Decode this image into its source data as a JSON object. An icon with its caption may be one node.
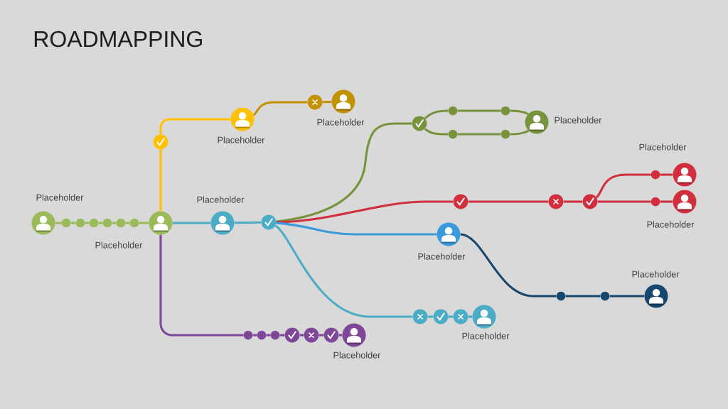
{
  "diagram": {
    "title": "ROADMAPPING",
    "nodes": [
      {
        "text": [
          "Placeholder"
        ]
      },
      {
        "text": [],
        "shape": "circle"
      },
      {
        "text": [],
        "shape": "circle"
      },
      {
        "text": [],
        "shape": "circle"
      },
      {
        "text": [],
        "shape": "circle"
      },
      {
        "text": [],
        "shape": "circle"
      },
      {
        "text": [],
        "shape": "circle"
      },
      {
        "text": [
          "Placeholder"
        ]
      },
      {
        "text": [],
        "shape": "circle"
      },
      {
        "text": [
          "Placeholder"
        ]
      },
      {
        "text": [],
        "shape": "circle"
      },
      {
        "text": [
          "Placeholder"
        ]
      },
      {
        "text": [
          "Placeholder"
        ]
      },
      {
        "text": [],
        "shape": "circle"
      },
      {
        "text": [],
        "shape": "circle"
      },
      {
        "text": [],
        "shape": "circle"
      },
      {
        "text": [],
        "shape": "circle"
      },
      {
        "text": [],
        "shape": "circle"
      },
      {
        "text": [],
        "shape": "circle"
      },
      {
        "text": [
          "Placeholder"
        ]
      },
      {
        "text": [],
        "shape": "circle"
      },
      {
        "text": [],
        "shape": "circle"
      },
      {
        "text": [],
        "shape": "circle"
      },
      {
        "text": [],
        "shape": "circle"
      },
      {
        "text": [
          "Placeholder"
        ]
      },
      {
        "text": [],
        "shape": "circle"
      },
      {
        "text": [
          "Placeholder"
        ]
      },
      {
        "text": [
          "Placeholder"
        ]
      },
      {
        "text": [],
        "shape": "circle"
      },
      {
        "text": [],
        "shape": "circle"
      },
      {
        "text": [
          "Placeholder"
        ]
      },
      {
        "text": [],
        "shape": "circle"
      },
      {
        "text": [],
        "shape": "circle"
      },
      {
        "text": [],
        "shape": "circle"
      },
      {
        "text": [
          "Placeholder"
        ]
      },
      {
        "text": [],
        "shape": "circle"
      },
      {
        "text": [],
        "shape": "circle"
      },
      {
        "text": [],
        "shape": "circle"
      },
      {
        "text": [],
        "shape": "circle"
      },
      {
        "text": [],
        "shape": "circle"
      },
      {
        "text": [],
        "shape": "circle"
      },
      {
        "text": [
          "Placeholder"
        ]
      }
    ],
    "edges": [
      {
        "from": 0,
        "to": 1,
        "arrow": "none",
        "color": "#9bbb59"
      },
      {
        "from": 1,
        "to": 2,
        "arrow": "none",
        "color": "#9bbb59"
      },
      {
        "from": 2,
        "to": 3,
        "arrow": "none",
        "color": "#9bbb59"
      },
      {
        "from": 3,
        "to": 4,
        "arrow": "none",
        "color": "#9bbb59"
      },
      {
        "from": 4,
        "to": 5,
        "arrow": "none",
        "color": "#9bbb59"
      },
      {
        "from": 5,
        "to": 6,
        "arrow": "none",
        "color": "#9bbb59"
      },
      {
        "from": 6,
        "to": 7,
        "arrow": "none",
        "color": "#9bbb59"
      },
      {
        "from": 7,
        "to": 8,
        "arrow": "none",
        "color": "#ffc000"
      },
      {
        "from": 8,
        "to": 9,
        "arrow": "none",
        "color": "#ffc000"
      },
      {
        "from": 9,
        "to": 10,
        "arrow": "none",
        "color": "#c29200"
      },
      {
        "from": 10,
        "to": 11,
        "arrow": "none",
        "color": "#c29200"
      },
      {
        "from": 7,
        "to": 12,
        "arrow": "none",
        "color": "#4bacc6"
      },
      {
        "from": 12,
        "to": 13,
        "arrow": "none",
        "color": "#4bacc6"
      },
      {
        "from": 13,
        "to": 14,
        "arrow": "none",
        "color": "#77933c"
      },
      {
        "from": 14,
        "to": 15,
        "arrow": "none",
        "color": "#77933c"
      },
      {
        "from": 15,
        "to": 16,
        "arrow": "none",
        "color": "#77933c"
      },
      {
        "from": 16,
        "to": 19,
        "arrow": "none",
        "color": "#77933c"
      },
      {
        "from": 14,
        "to": 17,
        "arrow": "none",
        "color": "#77933c"
      },
      {
        "from": 17,
        "to": 18,
        "arrow": "none",
        "color": "#77933c"
      },
      {
        "from": 18,
        "to": 19,
        "arrow": "none",
        "color": "#77933c"
      },
      {
        "from": 13,
        "to": 20,
        "arrow": "none",
        "color": "#d12e3e"
      },
      {
        "from": 20,
        "to": 21,
        "arrow": "none",
        "color": "#d12e3e"
      },
      {
        "from": 21,
        "to": 22,
        "arrow": "none",
        "color": "#d12e3e"
      },
      {
        "from": 22,
        "to": 23,
        "arrow": "none",
        "color": "#d12e3e"
      },
      {
        "from": 23,
        "to": 24,
        "arrow": "none",
        "color": "#d12e3e"
      },
      {
        "from": 22,
        "to": 25,
        "arrow": "none",
        "color": "#d12e3e"
      },
      {
        "from": 25,
        "to": 26,
        "arrow": "none",
        "color": "#d12e3e"
      },
      {
        "from": 13,
        "to": 27,
        "arrow": "none",
        "color": "#3a9bdc"
      },
      {
        "from": 27,
        "to": 28,
        "arrow": "none",
        "color": "#16476e"
      },
      {
        "from": 28,
        "to": 29,
        "arrow": "none",
        "color": "#16476e"
      },
      {
        "from": 29,
        "to": 30,
        "arrow": "none",
        "color": "#16476e"
      },
      {
        "from": 13,
        "to": 31,
        "arrow": "none",
        "color": "#4bacc6"
      },
      {
        "from": 31,
        "to": 32,
        "arrow": "none",
        "color": "#4bacc6"
      },
      {
        "from": 32,
        "to": 33,
        "arrow": "none",
        "color": "#4bacc6"
      },
      {
        "from": 33,
        "to": 34,
        "arrow": "none",
        "color": "#4bacc6"
      },
      {
        "from": 7,
        "to": 35,
        "arrow": "none",
        "color": "#7f4798"
      },
      {
        "from": 35,
        "to": 36,
        "arrow": "none",
        "color": "#7f4798"
      },
      {
        "from": 36,
        "to": 37,
        "arrow": "none",
        "color": "#7f4798"
      },
      {
        "from": 37,
        "to": 38,
        "arrow": "none",
        "color": "#7f4798"
      },
      {
        "from": 38,
        "to": 39,
        "arrow": "none",
        "color": "#7f4798"
      },
      {
        "from": 39,
        "to": 40,
        "arrow": "none",
        "color": "#7f4798"
      },
      {
        "from": 40,
        "to": 41,
        "arrow": "none",
        "color": "#7f4798"
      }
    ]
  }
}
